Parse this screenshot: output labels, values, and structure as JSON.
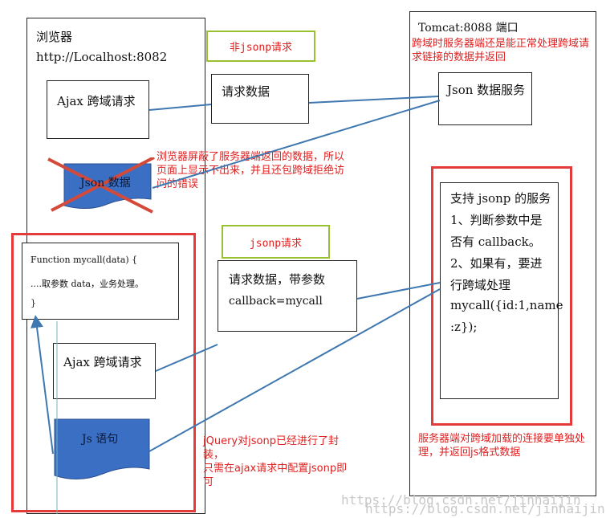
{
  "browser": {
    "title": "浏览器",
    "url": "http://Localhost:8082",
    "ajax_top": "Ajax 跨域请求",
    "json_data_doc": "Json 数据",
    "function_box": {
      "line1": "Function mycall(data) {",
      "line2": "....取参数 data，业务处理。",
      "line3": "}"
    },
    "ajax_bottom": "Ajax 跨域请求",
    "js_doc": "Js 语句"
  },
  "server": {
    "title": "Tomcat:8088 端口",
    "note": "跨域时服务器端还是能正常处理跨域请求链接的数据并返回",
    "json_service": "Json 数据服务",
    "jsonp_service": {
      "line1": "支持 jsonp 的服务",
      "line2": "1、判断参数中是",
      "line3": "否有 callback。",
      "line4": "2、如果有，要进",
      "line5": "行跨域处理",
      "line6": "mycall({id:1,name",
      "line7": ":z});"
    },
    "bottom_note": "服务器端对跨域加载的连接要单独处理，并返回js格式数据"
  },
  "middle": {
    "non_jsonp_label": "非jsonp请求",
    "request_data": "请求数据",
    "blocked_note": "浏览器屏蔽了服务器端返回的数据，所以页面上显示不出来，并且还包跨域拒绝访问的错误",
    "jsonp_label": "jsonp请求",
    "request_with_param": {
      "line1": "请求数据，带参数",
      "line2": "callback=mycall"
    },
    "jquery_note": {
      "line1": "jQuery对jsonp已经进行了封",
      "line2": "装，",
      "line3": "只需在ajax请求中配置jsonp即",
      "line4": "可"
    }
  },
  "watermark": {
    "line1": "https://blog.csdn.net/jinhaijin",
    "line2": "https://blog.csdn.net/jinhaijin"
  },
  "colors": {
    "note_red": "#e02020",
    "frame_red": "#e53a3a",
    "label_green": "#99c031",
    "doc_blue": "#3b6fc4",
    "line_blue": "#3f78b0"
  }
}
